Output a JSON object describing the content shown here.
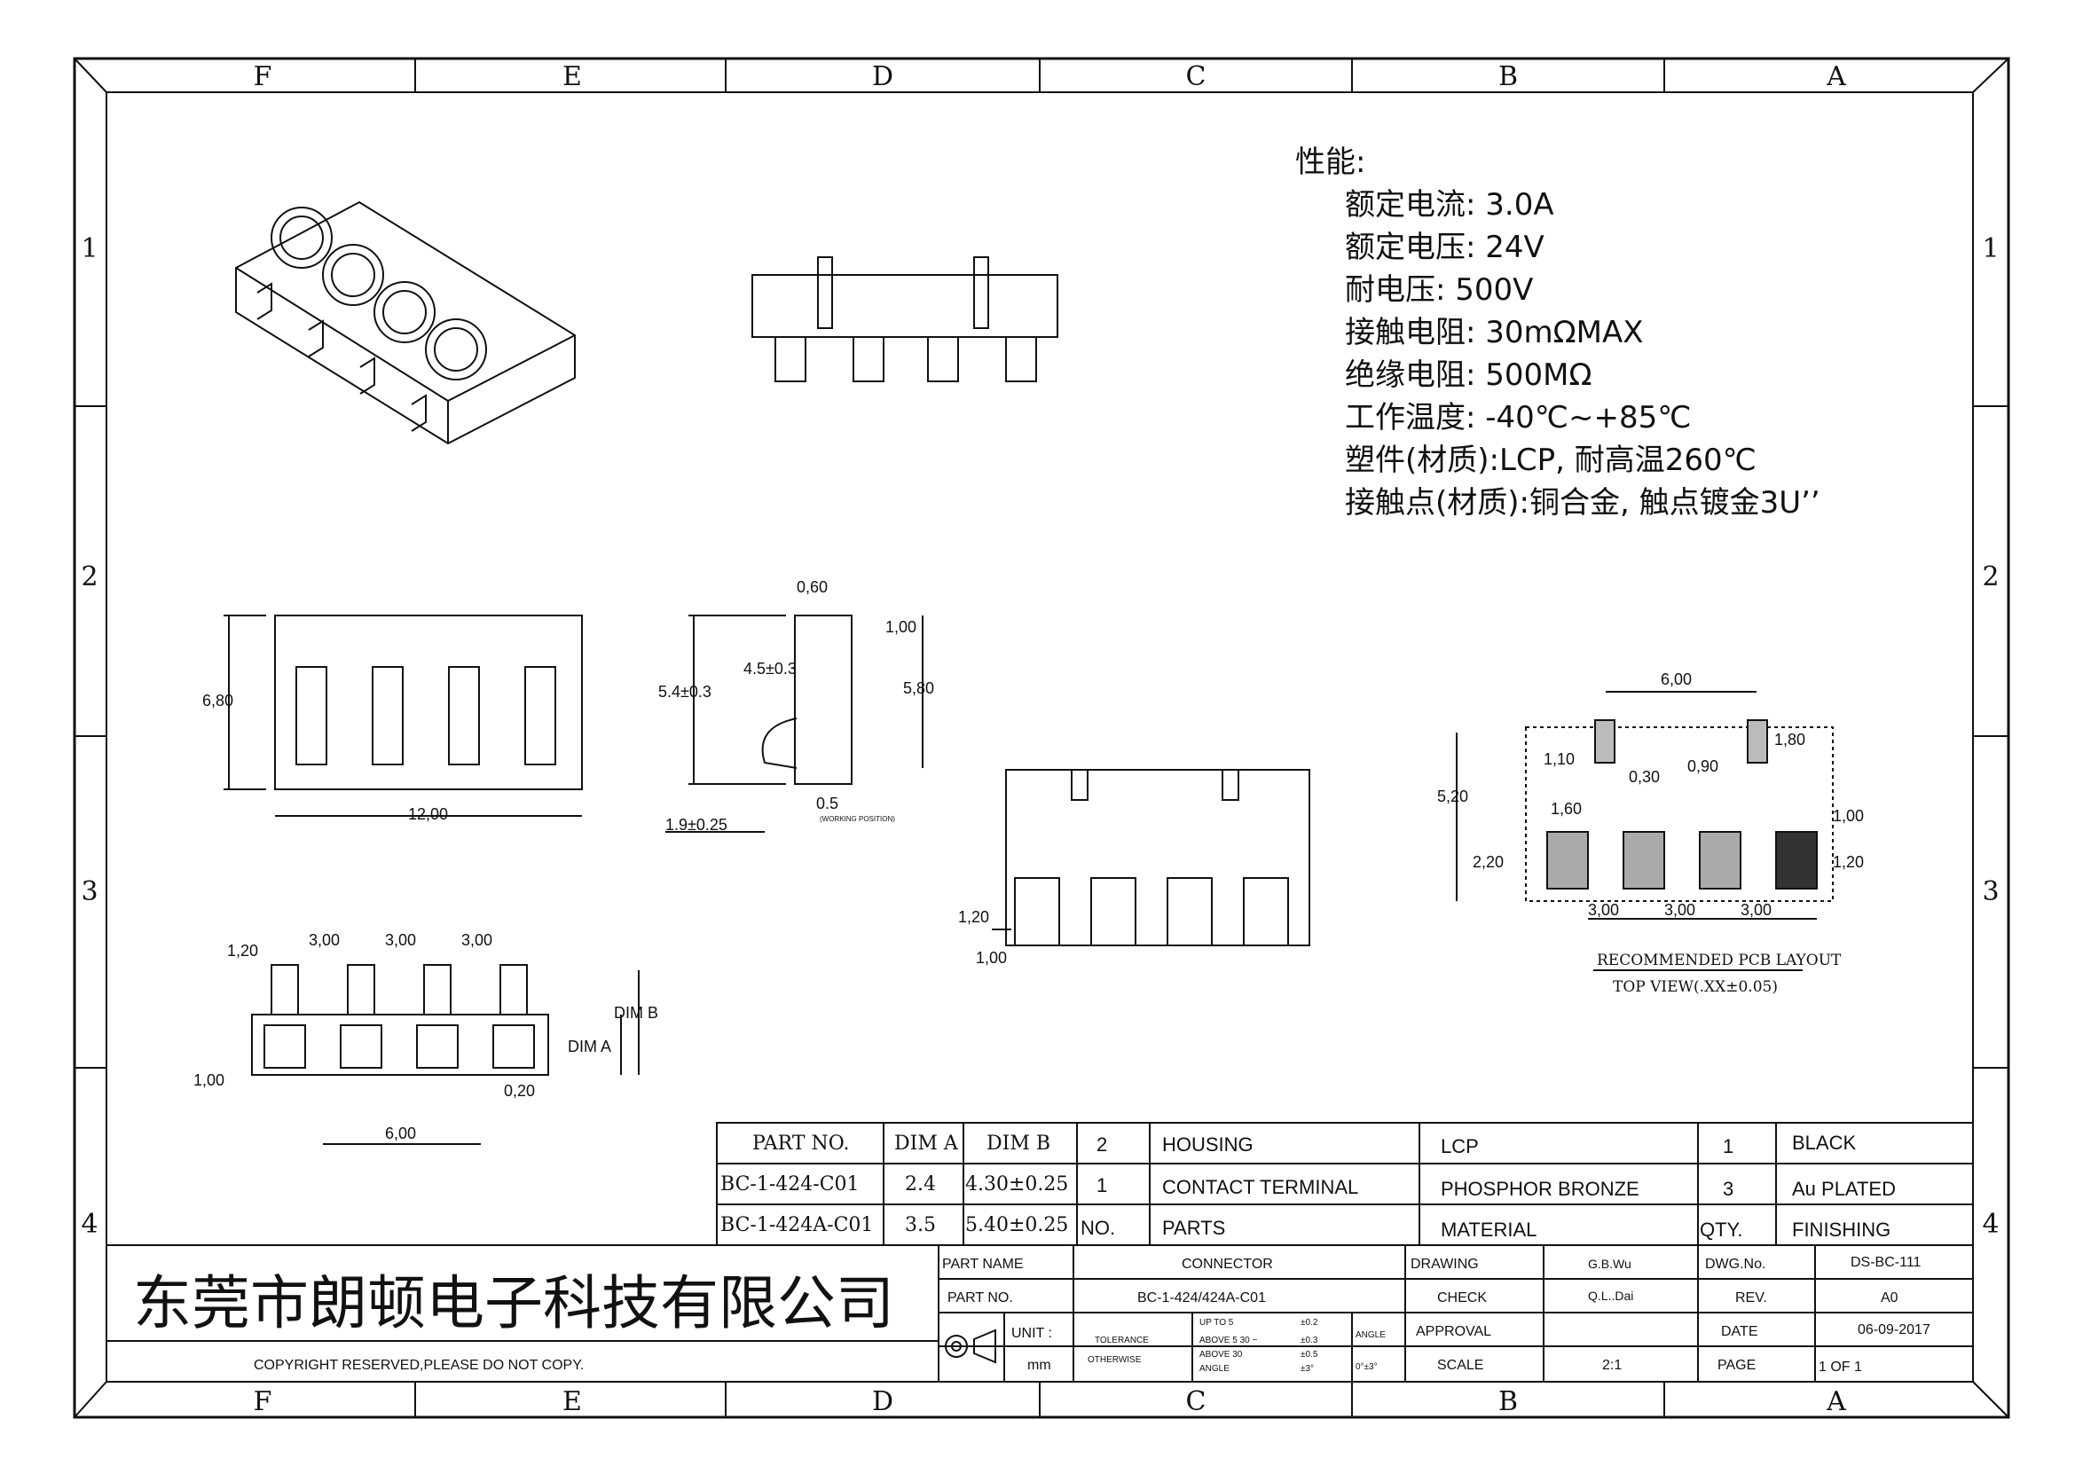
{
  "frame": {
    "cols": [
      "F",
      "E",
      "D",
      "C",
      "B",
      "A"
    ],
    "rows": [
      "1",
      "2",
      "3",
      "4"
    ]
  },
  "specs": {
    "heading": "性能:",
    "items": [
      "额定电流: 3.0A",
      "额定电压: 24V",
      "耐电压: 500V",
      "接触电阻: 30mΩMAX",
      "绝缘电阻: 500MΩ",
      "工作温度: -40℃~+85℃",
      "塑件(材质):LCP, 耐高温260℃",
      "接触点(材质):铜合金, 触点镀金3U’’"
    ]
  },
  "dims": {
    "side_w": "12,00",
    "side_h": "6,80",
    "p060": "0,60",
    "p100": "1,00",
    "p45": "4.5±0.3",
    "p54": "5.4±0.3",
    "p580": "5,80",
    "p05": "0.5",
    "p19": "1.9±0.25",
    "note": "(WORKING POSITION)",
    "b120": "1,20",
    "b300a": "3,00",
    "b300b": "3,00",
    "b300c": "3,00",
    "b100": "1,00",
    "b020": "0,20",
    "b600": "6,00",
    "dima": "DIM A",
    "dimb": "DIM B",
    "f120": "1,20",
    "f100": "1,00",
    "pcb600": "6,00",
    "pcb180": "1,80",
    "pcb110": "1,10",
    "pcb030": "0,30",
    "pcb090": "0,90",
    "pcb520": "5,20",
    "pcb160": "1,60",
    "pcb100": "1,00",
    "pcb220": "2,20",
    "pcb120": "1,20",
    "pcb300a": "3,00",
    "pcb300b": "3,00",
    "pcb300c": "3,00"
  },
  "pcb": {
    "title": "RECOMMENDED PCB LAYOUT",
    "sub": "TOP VIEW(.XX±0.05)"
  },
  "dim_table": {
    "headers": [
      "PART NO.",
      "DIM A",
      "DIM B"
    ],
    "rows": [
      [
        "BC-1-424-C01",
        "2.4",
        "4.30±0.25"
      ],
      [
        "BC-1-424A-C01",
        "3.5",
        "5.40±0.25"
      ]
    ]
  },
  "bom": {
    "rows": [
      [
        "2",
        "HOUSING",
        "LCP",
        "1",
        "BLACK"
      ],
      [
        "1",
        "CONTACT TERMINAL",
        "PHOSPHOR BRONZE",
        "3",
        "Au PLATED"
      ]
    ],
    "header": [
      "NO.",
      "PARTS",
      "MATERIAL",
      "QTY.",
      "FINISHING"
    ]
  },
  "title_block": {
    "company": "东莞市朗顿电子科技有限公司",
    "copyright": "COPYRIGHT RESERVED,PLEASE DO NOT COPY.",
    "part_name_label": "PART NAME",
    "part_name": "CONNECTOR",
    "part_no_label": "PART NO.",
    "part_no": "BC-1-424/424A-C01",
    "unit_label": "UNIT :",
    "unit": "mm",
    "tolerance": "TOLERANCE",
    "otherwise": "OTHERWISE",
    "tol_rows": [
      [
        "UP TO 5",
        "±0.2"
      ],
      [
        "ABOVE 5  30 ~",
        "±0.3"
      ],
      [
        "ABOVE 30",
        "±0.5"
      ],
      [
        "ANGLE",
        "±3°"
      ]
    ],
    "angle_label": "ANGLE",
    "angle_val": "0°±3°",
    "drawing_label": "DRAWING",
    "drawing": "G.B.Wu",
    "check_label": "CHECK",
    "check": "Q.L..Dai",
    "approval_label": "APPROVAL",
    "scale_label": "SCALE",
    "scale": "2:1",
    "dwg_label": "DWG.No.",
    "dwg": "DS-BC-111",
    "rev_label": "REV.",
    "rev": "A0",
    "date_label": "DATE",
    "date": "06-09-2017",
    "page_label": "PAGE",
    "page": "1 OF 1"
  }
}
